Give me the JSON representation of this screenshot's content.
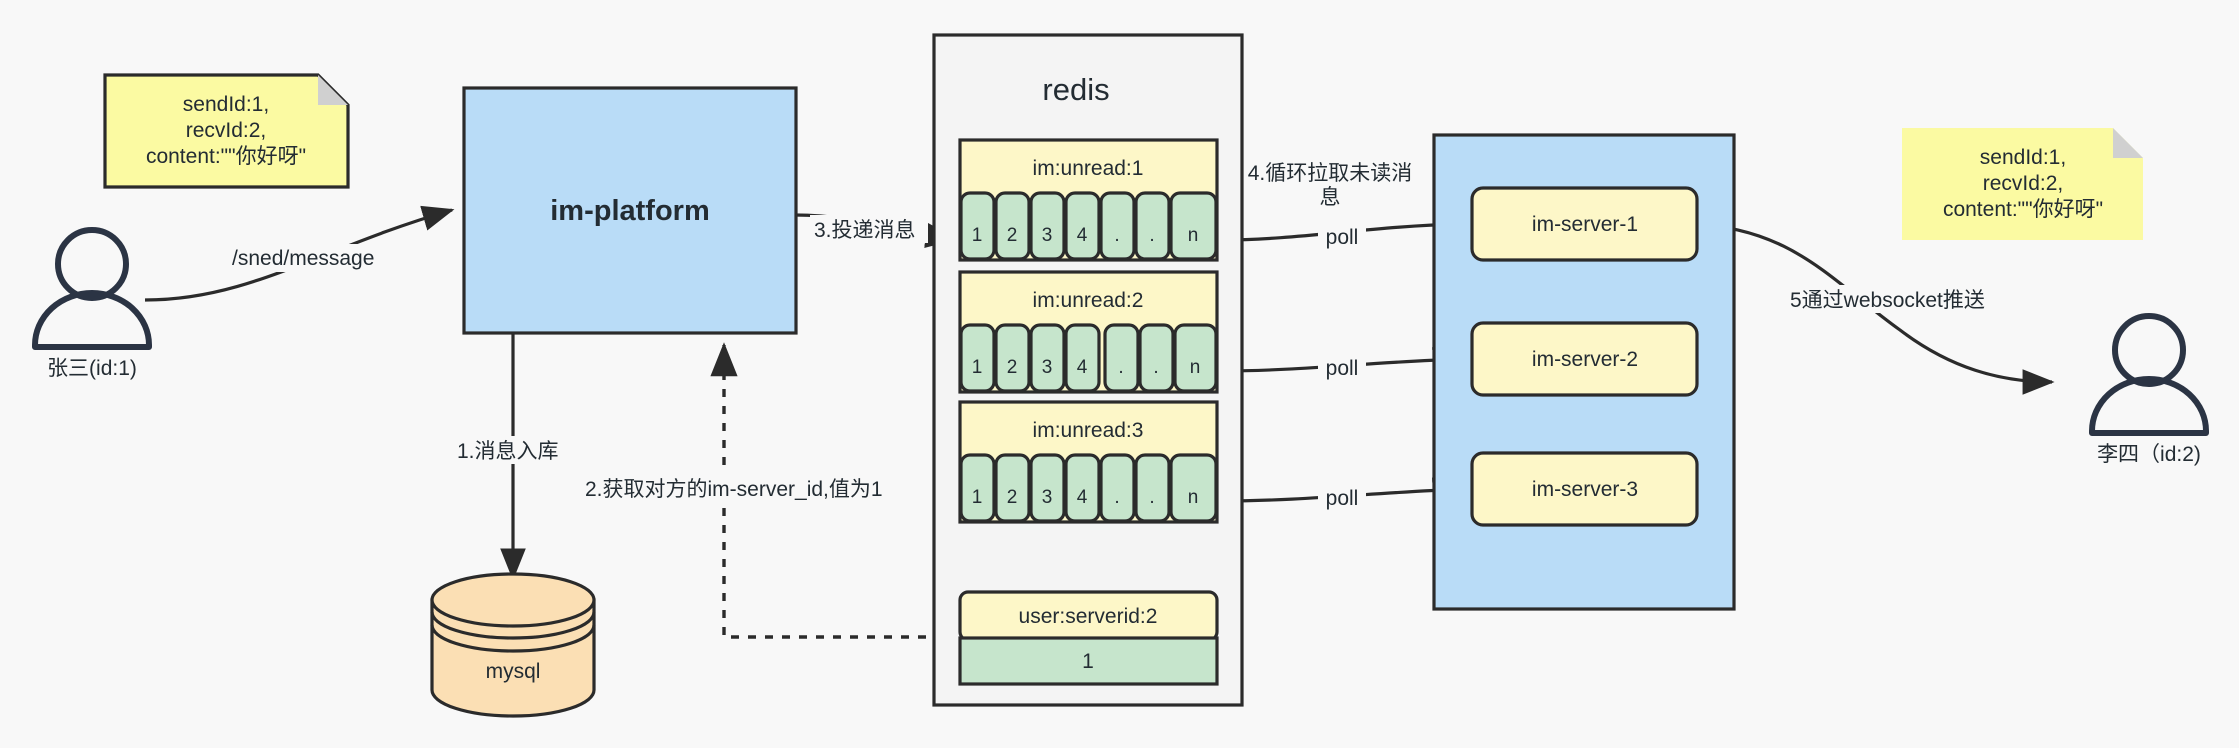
{
  "diagram": {
    "title": "IM message delivery architecture",
    "colors": {
      "background": "#f8f8f8",
      "blue_fill": "#b9dcf7",
      "yellow_fill": "#fdf7c8",
      "note_fill": "#fbfaa2",
      "note_fold": "#d0d0d0",
      "green_fill": "#c6e5cc",
      "orange_fill": "#fbdfb4",
      "container_fill": "#f4f4f4",
      "stroke": "#2b2b2b",
      "person_stroke": "#2b3444"
    }
  },
  "notes": {
    "left": {
      "name": "message-payload-note-left",
      "lines": [
        "sendId:1,",
        "recvId:2,",
        "content:\"\"你好呀\""
      ]
    },
    "right": {
      "name": "message-payload-note-right",
      "lines": [
        "sendId:1,",
        "recvId:2,",
        "content:\"\"你好呀\""
      ]
    }
  },
  "actors": {
    "sender": {
      "label": "张三(id:1)",
      "icon": "person-icon"
    },
    "receiver": {
      "label": "李四（id:2)",
      "icon": "person-icon"
    }
  },
  "nodes": {
    "im_platform": {
      "label": "im-platform"
    },
    "mysql": {
      "label": "mysql",
      "icon": "database-cylinder-icon"
    },
    "redis": {
      "label": "redis"
    },
    "server_cluster": {
      "label": ""
    }
  },
  "redis_keys": [
    {
      "key": "im:unread:1",
      "cells": [
        "1",
        "2",
        "3",
        "4",
        ".",
        ".",
        "n"
      ]
    },
    {
      "key": "im:unread:2",
      "cells": [
        "1",
        "2",
        "3",
        "4",
        ".",
        ".",
        "n"
      ]
    },
    {
      "key": "im:unread:3",
      "cells": [
        "1",
        "2",
        "3",
        "4",
        ".",
        ".",
        "n"
      ]
    }
  ],
  "redis_value_key": {
    "key": "user:serverid:2",
    "value": "1"
  },
  "servers": [
    {
      "label": "im-server-1"
    },
    {
      "label": "im-server-2"
    },
    {
      "label": "im-server-3"
    }
  ],
  "edges": {
    "send_message": "/sned/message",
    "step1": "1.消息入库",
    "step2": "2.获取对方的im-server_id,值为1",
    "step3": "3.投递消息",
    "step4_line1": "4.循环拉取未读消",
    "step4_line2": "息",
    "poll": "poll",
    "step5": "5通过websocket推送"
  }
}
